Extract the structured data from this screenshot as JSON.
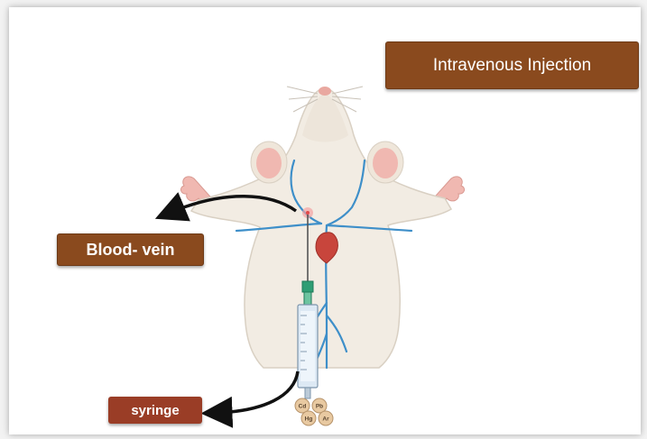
{
  "labels": {
    "title": "Intravenous Injection",
    "blood_vein": "Blood- vein",
    "syringe": "syringe"
  },
  "metals": [
    "Cd",
    "Pb",
    "Hg",
    "Ar"
  ],
  "colors": {
    "label_brown": "#8a4a1e",
    "syringe_label": "#9a3d26",
    "vein_blue": "#3e8fc9",
    "heart_red": "#c8453c",
    "rat_body": "#f2ece3",
    "ear_pink": "#f0b8b1",
    "needle_hub_green": "#2f9e74"
  }
}
